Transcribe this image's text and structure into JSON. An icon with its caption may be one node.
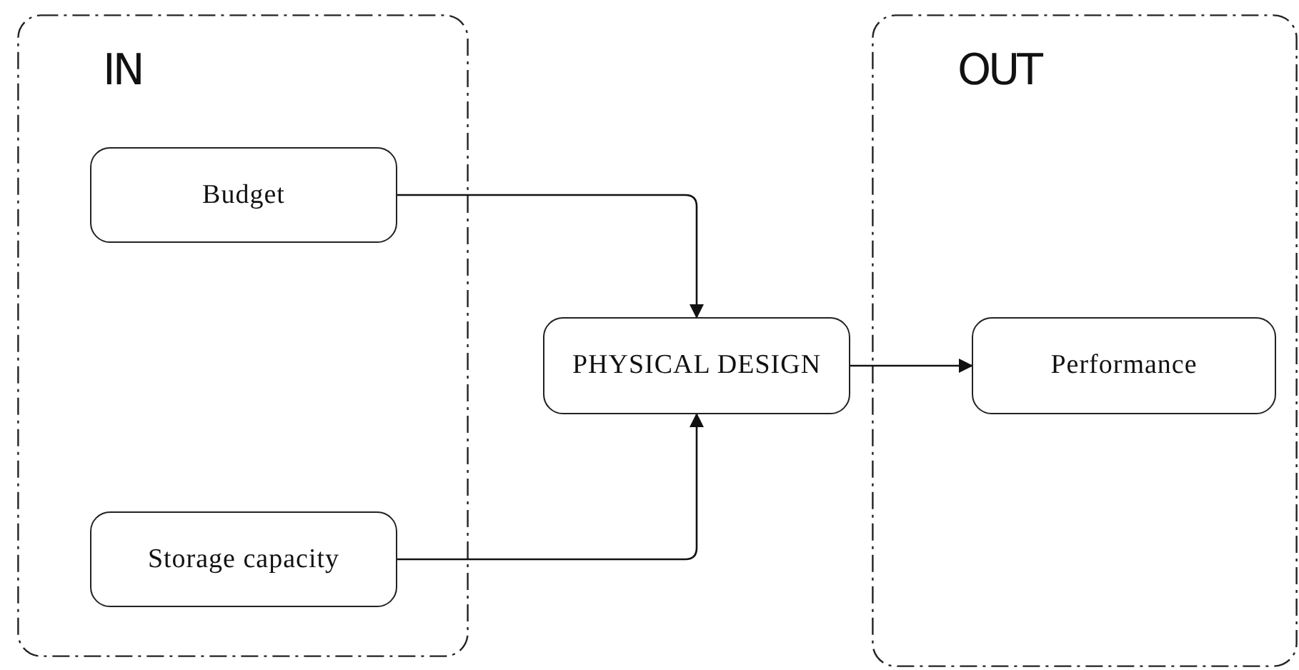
{
  "diagram": {
    "nodes": [
      {
        "text": [
          "IN"
        ]
      },
      {
        "text": [
          "Budget"
        ],
        "in": 0
      },
      {
        "text": [
          "Storage capacity"
        ],
        "in": 0
      },
      {
        "text": [
          "PHYSICAL DESIGN"
        ]
      },
      {
        "text": [
          "OUT"
        ]
      },
      {
        "text": [
          "Performance"
        ],
        "in": 4
      }
    ],
    "edges": [
      {
        "from": 1,
        "to": 3,
        "arrow": "to"
      },
      {
        "from": 2,
        "to": 3,
        "arrow": "to"
      },
      {
        "from": 3,
        "to": 5,
        "arrow": "to"
      }
    ]
  }
}
